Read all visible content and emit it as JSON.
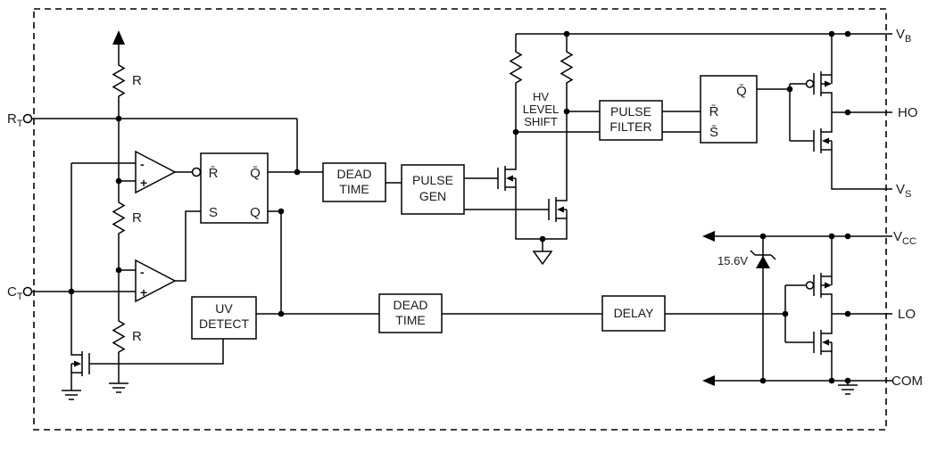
{
  "pins": {
    "rt": {
      "main": "R",
      "sub": "T"
    },
    "ct": {
      "main": "C",
      "sub": "T"
    },
    "vb": {
      "main": "V",
      "sub": "B"
    },
    "ho": {
      "main": "HO"
    },
    "vs": {
      "main": "V",
      "sub": "S"
    },
    "vcc": {
      "main": "V",
      "sub": "CC"
    },
    "lo": {
      "main": "LO"
    },
    "com": {
      "main": "COM"
    }
  },
  "blocks": {
    "dead_time_top": {
      "line1": "DEAD",
      "line2": "TIME"
    },
    "pulse_gen": {
      "line1": "PULSE",
      "line2": "GEN"
    },
    "hv_level_shift": {
      "line1": "HV",
      "line2": "LEVEL",
      "line3": "SHIFT"
    },
    "pulse_filter": {
      "line1": "PULSE",
      "line2": "FILTER"
    },
    "uv_detect": {
      "line1": "UV",
      "line2": "DETECT"
    },
    "dead_time_bottom": {
      "line1": "DEAD",
      "line2": "TIME"
    },
    "delay": {
      "label": "DELAY"
    }
  },
  "flip_flop_1": {
    "r_input": "R̄",
    "s_input": "S",
    "q_bar_output": "Q̄",
    "q_output": "Q"
  },
  "flip_flop_2": {
    "q_bar_output": "Q̄",
    "r_input": "R̄",
    "s_input": "S̄"
  },
  "resistors": {
    "r1": "R",
    "r2": "R",
    "r3": "R"
  },
  "comparators": {
    "comp1": {
      "minus": "-",
      "plus": "+"
    },
    "comp2": {
      "minus": "-",
      "plus": "+"
    }
  },
  "zener": {
    "label": "15.6V"
  },
  "colors": {
    "line": "#000000",
    "background": "#ffffff"
  }
}
